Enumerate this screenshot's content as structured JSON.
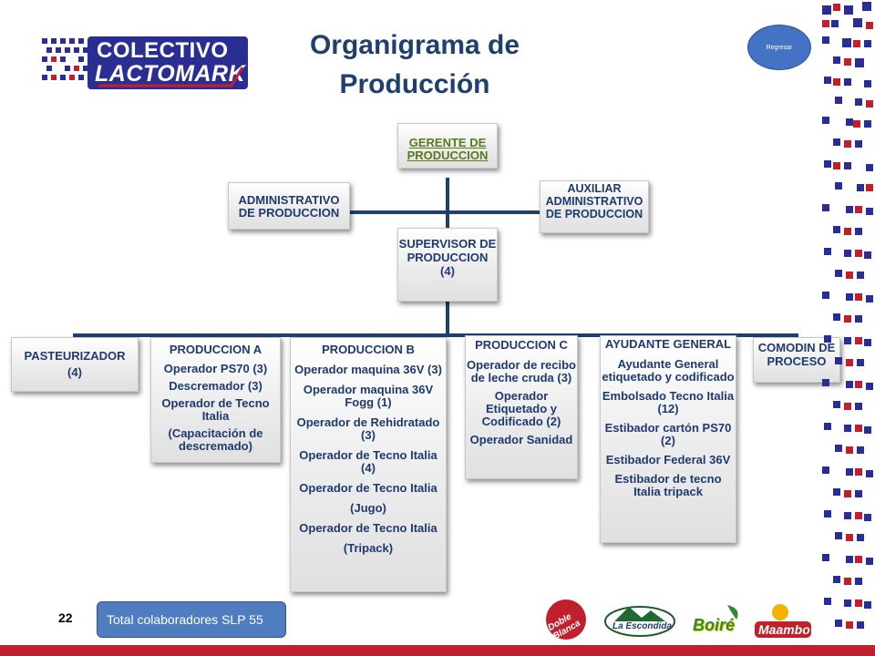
{
  "logo": {
    "line1": "COLECTIVO",
    "line2": "LACTOMARK"
  },
  "title": {
    "line1": "Organigrama de",
    "line2": "Producción"
  },
  "back_button": {
    "label": "Regresar"
  },
  "chart": {
    "gerente": "GERENTE DE PRODUCCION",
    "administrativo": "ADMINISTRATIVO DE PRODUCCION",
    "auxiliar": "AUXILIAR ADMINISTRATIVO DE PRODUCCION",
    "supervisor": "SUPERVISOR DE PRODUCCION (4)",
    "pasteurizador": {
      "title": "PASTEURIZADOR",
      "items": [
        "(4)"
      ]
    },
    "produccion_a": {
      "title": "PRODUCCION A",
      "items": [
        "Operador PS70 (3)",
        "Descremador (3)",
        "Operador de Tecno Italia",
        "(Capacitación de descremado)"
      ]
    },
    "produccion_b": {
      "title": "PRODUCCION B",
      "items": [
        "Operador maquina 36V (3)",
        "Operador maquina 36V Fogg (1)",
        "Operador de Rehidratado (3)",
        "Operador de Tecno Italia (4)",
        "Operador de Tecno Italia",
        "(Jugo)",
        "Operador de Tecno Italia",
        "(Tripack)"
      ]
    },
    "produccion_c": {
      "title": "PRODUCCION C",
      "items": [
        "Operador de recibo de leche cruda (3)",
        "Operador Etiquetado y Codificado (2)",
        "Operador Sanidad"
      ]
    },
    "ayudante": {
      "title": "AYUDANTE GENERAL",
      "items": [
        "Ayudante General etiquetado y codificado",
        "Embolsado Tecno Italia (12)",
        "Estibador cartón PS70 (2)",
        "Estibador Federal 36V",
        "Estibador de tecno Italia tripack"
      ]
    },
    "comodin": {
      "title": "COMODIN DE PROCESO",
      "items": []
    }
  },
  "footer": {
    "page_number": "22",
    "total_label": "Total  colaboradores SLP 55"
  },
  "brands": [
    "Doble Blanca",
    "La Escondida",
    "Boiré",
    "Maambo"
  ],
  "colors": {
    "title": "#1f3f6e",
    "box_text": "#1f3a70",
    "lines": "#1f3f6e",
    "red_bar": "#c0202e",
    "button": "#4472c4"
  }
}
